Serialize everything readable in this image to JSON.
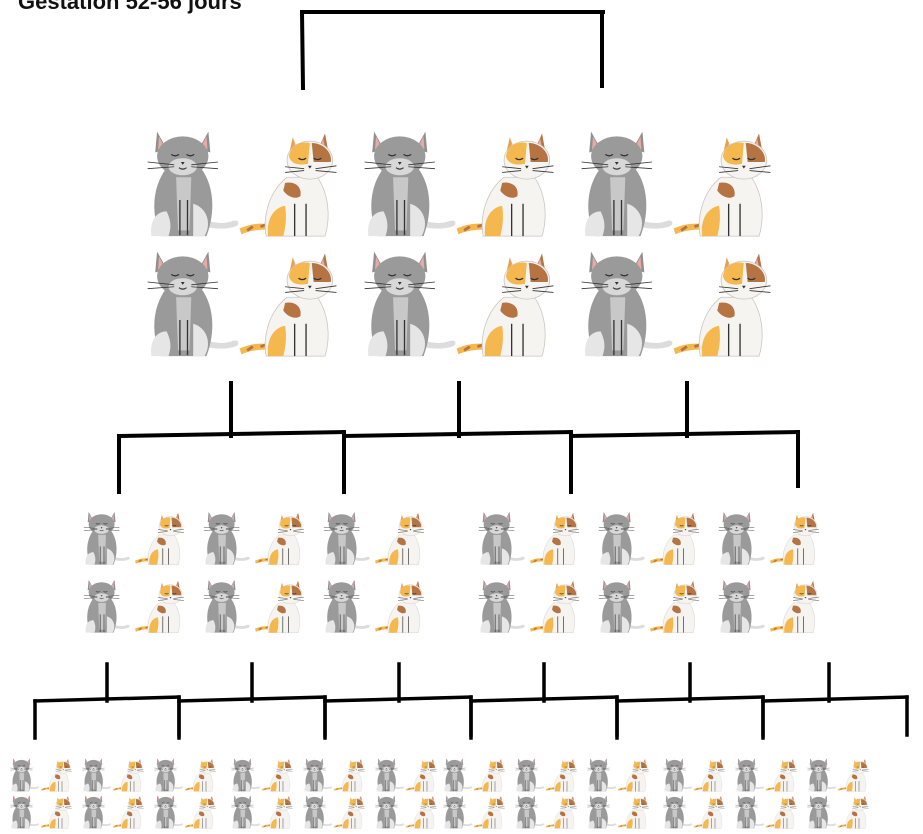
{
  "title": "Gestation 52-56 jours",
  "colors": {
    "line": "#000000",
    "gray_body": "#9a9a9a",
    "gray_dark": "#7a7a7a",
    "gray_light": "#e6e6e6",
    "calico_white": "#f6f4f1",
    "calico_orange": "#f5b84e",
    "calico_brown": "#b77443",
    "ear_pink": "#e9a9a4"
  },
  "icons": {
    "gray_cat": "gray-cat-icon",
    "calico_cat": "calico-cat-icon"
  },
  "generations": [
    {
      "groups": 1,
      "rows_per_group": 2,
      "pairs_per_row": 3
    },
    {
      "groups": 2,
      "rows_per_group": 2,
      "pairs_per_row": 3
    },
    {
      "groups": 4,
      "rows_per_group": 2,
      "pairs_per_row": 3
    }
  ]
}
